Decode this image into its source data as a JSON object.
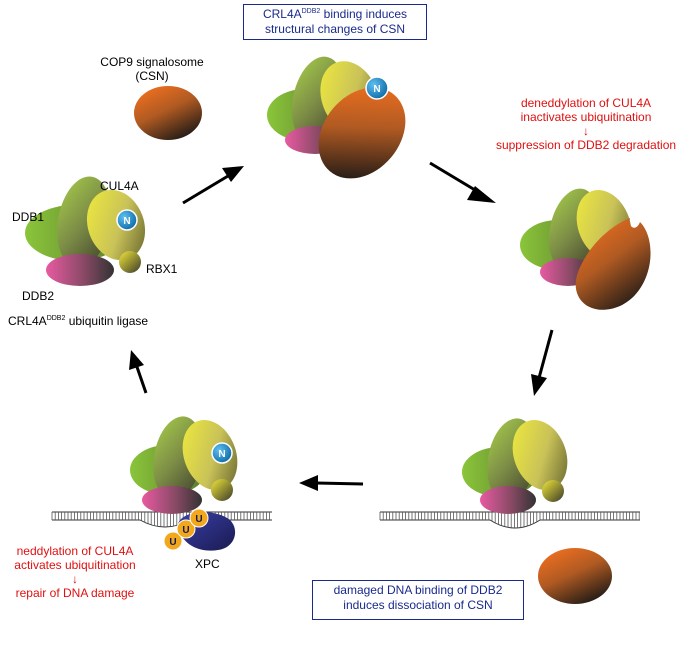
{
  "title_box": {
    "line1_main": "CRL4A",
    "line1_sup": "DDB2",
    "line1_rest": " binding induces",
    "line2": "structural changes of CSN"
  },
  "csn_label": {
    "line1": "COP9 signalosome",
    "line2": "(CSN)"
  },
  "ligase_labels": {
    "cul4a": "CUL4A",
    "ddb1": "DDB1",
    "rbx1": "RBX1",
    "ddb2": "DDB2",
    "n": "N"
  },
  "ligase_name": {
    "main": "CRL4A",
    "sup": "DDB2",
    "rest": " ubiquitin ligase"
  },
  "deneddylation": {
    "line1": "deneddylation of CUL4A",
    "line2": "inactivates ubiquitination",
    "arrow": "↓",
    "line3": "suppression of DDB2 degradation"
  },
  "neddylation": {
    "line1": "neddylation of CUL4A",
    "line2": "activates ubiquitination",
    "arrow": "↓",
    "line3": "repair of DNA damage"
  },
  "xpc": {
    "label": "XPC",
    "ubiquitin": "U"
  },
  "bottom_box": {
    "line1": "damaged DNA binding of DDB2",
    "line2": "induces dissociation of CSN"
  },
  "colors": {
    "box_blue": "#1a2a8c",
    "red_text": "#e01010",
    "n_badge": "#1e8fd0",
    "ubiquitin": "#f2a81c",
    "xpc": "#2a2e86"
  }
}
